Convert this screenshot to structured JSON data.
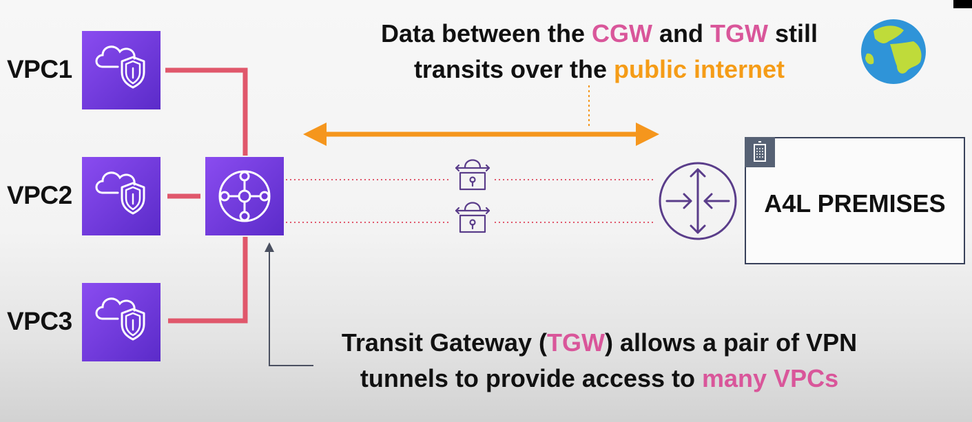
{
  "vpcs": [
    {
      "label": "VPC1"
    },
    {
      "label": "VPC2"
    },
    {
      "label": "VPC3"
    }
  ],
  "headline": {
    "line1": {
      "pre": "Data between the ",
      "cgw": "CGW",
      "mid": " and ",
      "tgw": "TGW",
      "post": " still"
    },
    "line2": {
      "pre": "transits over the ",
      "highlight": "public internet"
    }
  },
  "premises": {
    "label": "A4L PREMISES"
  },
  "caption": {
    "line1": {
      "pre": "Transit Gateway (",
      "tgw": "TGW",
      "post": ") allows a pair of VPN"
    },
    "line2": {
      "pre": "tunnels to provide access to ",
      "highlight": "many VPCs"
    }
  },
  "colors": {
    "vpc_purple": "#7b3fe4",
    "link_red": "#e0576b",
    "arrow_orange": "#f5961d",
    "highlight_pink": "#d9569a",
    "highlight_orange": "#f59c17",
    "vpn_purple": "#5a3d8a"
  },
  "icons": {
    "vpc": "vpc-cloud-shield-icon",
    "tgw": "transit-gateway-icon",
    "vpn": "vpn-lock-icon",
    "router": "customer-gateway-router-icon",
    "globe": "globe-icon",
    "building": "building-icon"
  }
}
